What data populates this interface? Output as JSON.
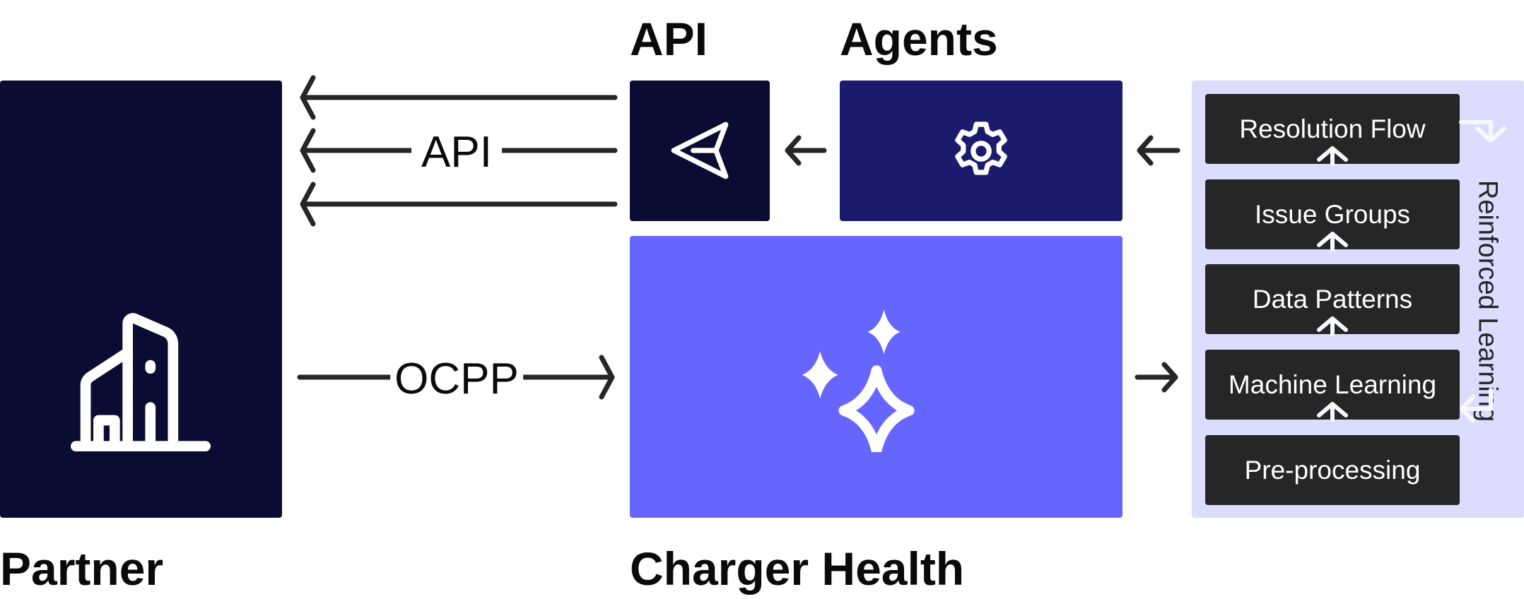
{
  "titles": {
    "api": "API",
    "agents": "Agents",
    "partner": "Partner",
    "charger_health": "Charger Health"
  },
  "flow_labels": {
    "api": "API",
    "ocpp": "OCPP"
  },
  "pipeline": {
    "steps": [
      "Resolution Flow",
      "Issue Groups",
      "Data Patterns",
      "Machine Learning",
      "Pre-processing"
    ],
    "loop_label": "Reinforced Learning"
  },
  "colors": {
    "partner": "#0b0c33",
    "api": "#0b0c33",
    "agents": "#1b1b6e",
    "charger_health": "#6666ff",
    "panel": "#dcdcfe",
    "step": "#262626",
    "arrow": "#262626"
  },
  "icons": {
    "partner": "building-icon",
    "api": "send-icon",
    "agents": "gear-icon",
    "charger_health": "sparkles-icon"
  }
}
